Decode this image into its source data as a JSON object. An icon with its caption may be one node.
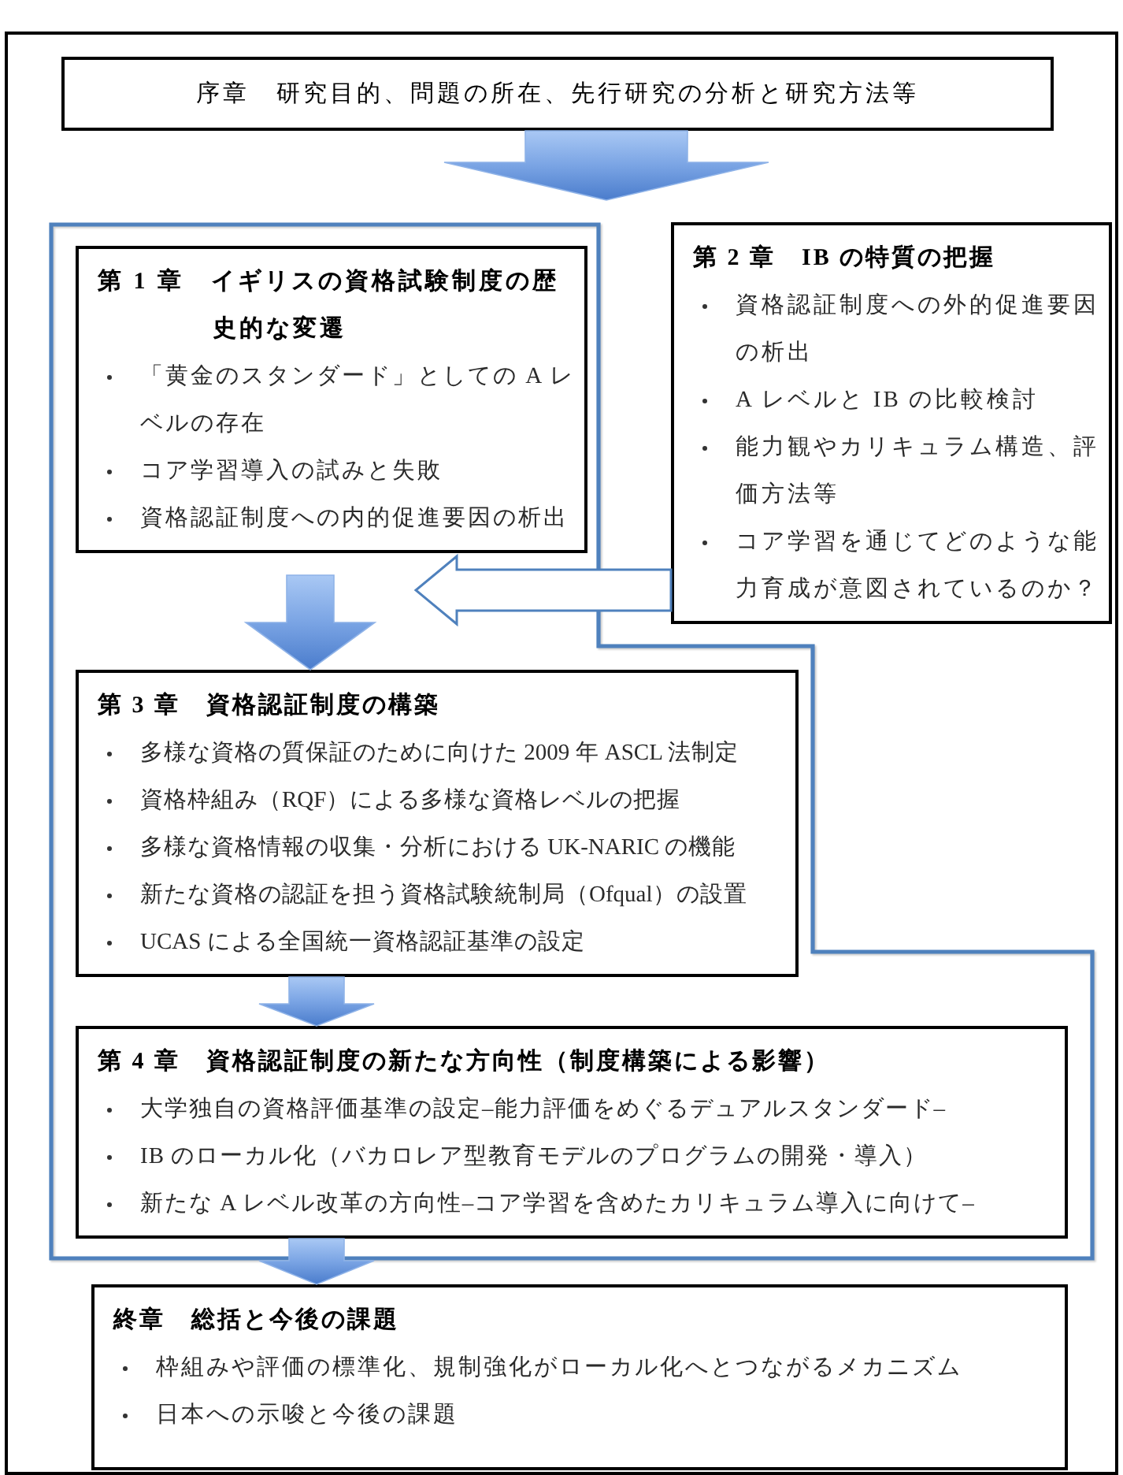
{
  "diagram": {
    "nodes": [
      {
        "text": [
          "序章　研究目的、問題の所在、先行研究の分析と研究方法等"
        ]
      },
      {
        "text": [],
        "shape": "box"
      },
      {
        "text": [
          "第 1 章　イギリスの資格試験制度の歴史的な変遷",
          "「黄金のスタンダード」としての A レベルの存在",
          "コア学習導入の試みと失敗",
          "資格認証制度への内的促進要因の析出"
        ],
        "in": 1
      },
      {
        "text": [
          "第 2 章　IB の特質の把握",
          "資格認証制度への外的促進要因の析出",
          "A レベルと IB の比較検討",
          "能力観やカリキュラム構造、評価方法等",
          "コア学習を通じてどのような能力育成が意図されているのか？"
        ]
      },
      {
        "text": [
          "第 3 章　資格認証制度の構築",
          "多様な資格の質保証のために向けた 2009 年 ASCL 法制定",
          "資格枠組み（RQF）による多様な資格レベルの把握",
          "多様な資格情報の収集・分析における UK-NARIC の機能",
          "新たな資格の認証を担う資格試験統制局（Ofqual）の設置",
          "UCAS による全国統一資格認証基準の設定"
        ],
        "in": 1
      },
      {
        "text": [
          "第 4 章　資格認証制度の新たな方向性（制度構築による影響）",
          "大学独自の資格評価基準の設定–能力評価をめぐるデュアルスタンダード–",
          "IB のローカル化（バカロレア型教育モデルのプログラムの開発・導入）",
          "新たな A レベル改革の方向性–コア学習を含めたカリキュラム導入に向けて–"
        ],
        "in": 1
      },
      {
        "text": [
          "終章　総括と今後の課題",
          "枠組みや評価の標準化、規制強化がローカル化へとつながるメカニズム",
          "日本への示唆と今後の課題"
        ]
      }
    ],
    "edges": [
      {
        "from": 0,
        "to": 1,
        "arrow": "to"
      },
      {
        "from": 2,
        "to": 4,
        "arrow": "to"
      },
      {
        "from": 3,
        "to": null,
        "arrow": "to"
      },
      {
        "from": 4,
        "to": 5,
        "arrow": "to"
      },
      {
        "from": 5,
        "to": 6,
        "arrow": "to"
      }
    ]
  }
}
